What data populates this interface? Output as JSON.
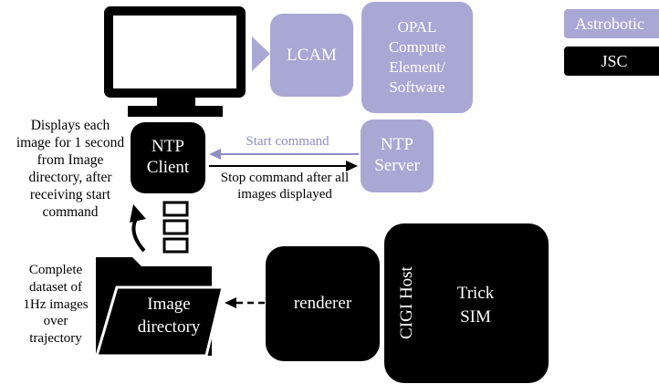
{
  "legend": {
    "astrobotic": "Astrobotic",
    "jsc": "JSC"
  },
  "nodes": {
    "lcam": "LCAM",
    "opal": "OPAL Compute Element/ Software",
    "ntp_client": "NTP Client",
    "ntp_server": "NTP Server",
    "image_directory": "Image directory",
    "renderer": "renderer",
    "cigi_host": "CIGI Host",
    "trick_sim": "Trick SIM"
  },
  "edges": {
    "start_command": "Start command",
    "stop_command": "Stop command after all images displayed"
  },
  "annotations": {
    "client_note": "Displays each image for 1 second from Image directory, after receiving start command",
    "dataset_note": "Complete dataset of 1Hz images over trajectory"
  },
  "colors": {
    "astrobotic": "#a9a7d4",
    "jsc": "#000000",
    "start_arrow": "#8f8dc4"
  }
}
